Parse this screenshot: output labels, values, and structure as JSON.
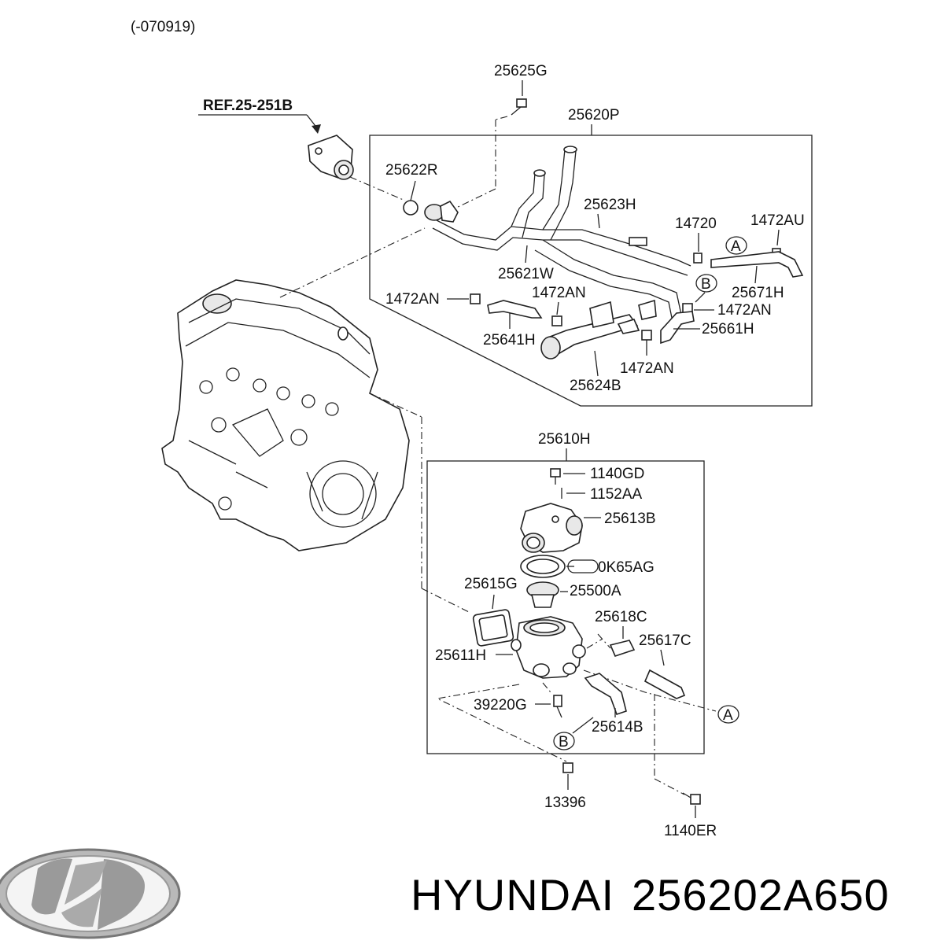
{
  "diagram": {
    "date_code": "(-070919)",
    "ref_label": "REF.25-251B",
    "upper_assembly": "25620P",
    "lower_assembly": "25610H",
    "labels": {
      "p25625G": "25625G",
      "p25622R": "25622R",
      "p25623H": "25623H",
      "p14720": "14720",
      "p1472AU": "1472AU",
      "p25671H": "25671H",
      "p25621W": "25621W",
      "p1472AN_a": "1472AN",
      "p1472AN_b": "1472AN",
      "p1472AN_c": "1472AN",
      "p1472AN_d": "1472AN",
      "p25661H": "25661H",
      "p25641H": "25641H",
      "p25624B": "25624B",
      "p1140GD": "1140GD",
      "p1152AA": "1152AA",
      "p25613B": "25613B",
      "p0K65AG": "0K65AG",
      "p25615G": "25615G",
      "p25500A": "25500A",
      "p25618C": "25618C",
      "p25617C": "25617C",
      "p25611H": "25611H",
      "p39220G": "39220G",
      "p25614B": "25614B",
      "p13396": "13396",
      "p1140ER": "1140ER"
    },
    "connectors": {
      "a_upper": "A",
      "b_upper": "B",
      "a_lower": "A",
      "b_lower": "B"
    }
  },
  "footer": {
    "brand": "HYUNDAI",
    "part_number": "256202A650",
    "logo_icon": "hyundai-logo"
  }
}
